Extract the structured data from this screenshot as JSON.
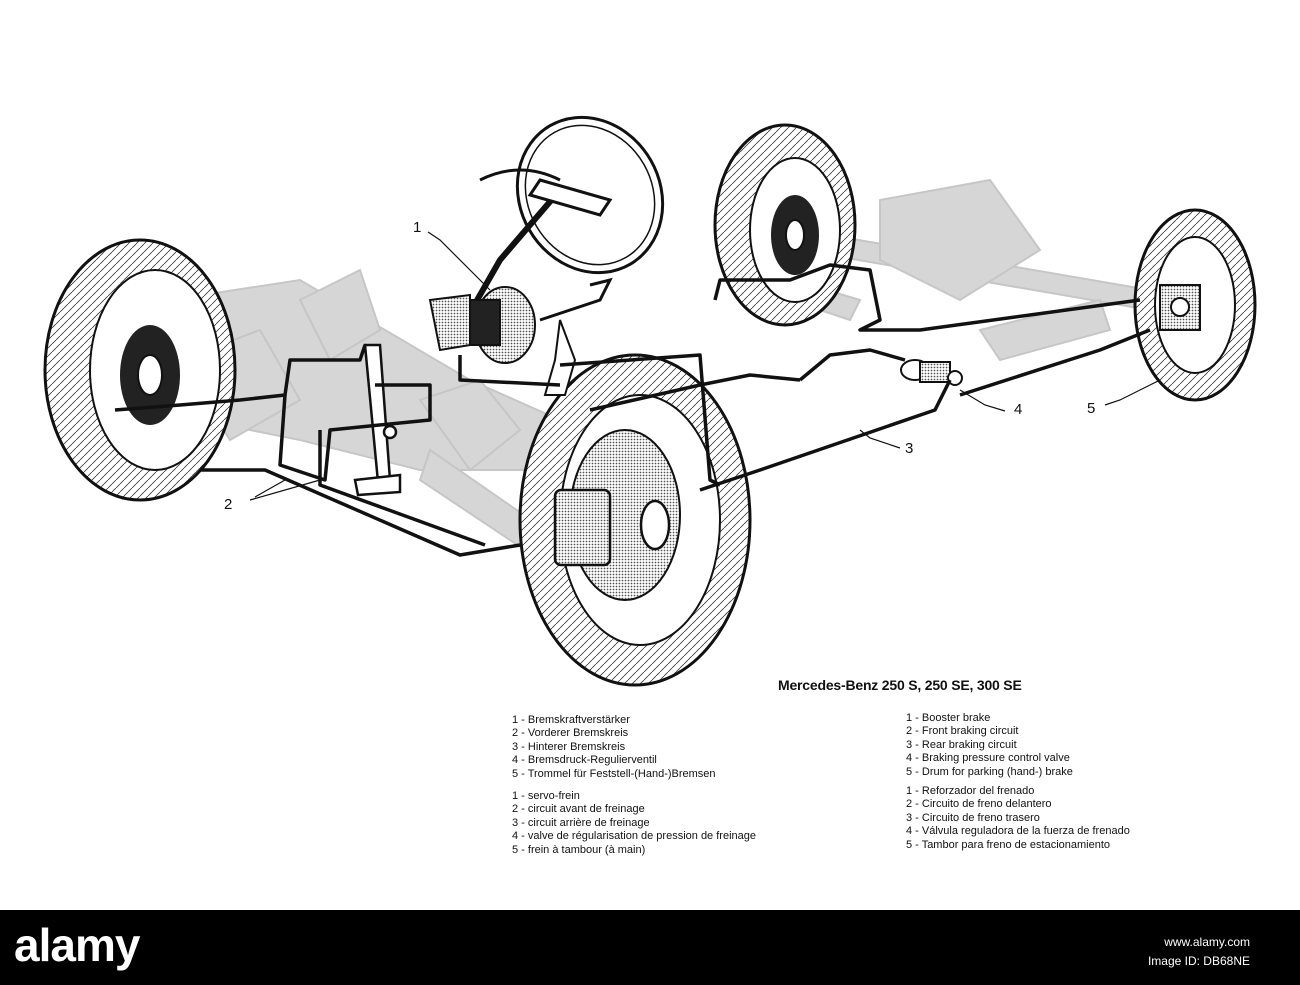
{
  "title": "Mercedes-Benz 250 S, 250 SE, 300 SE",
  "callouts": [
    "1",
    "2",
    "3",
    "4",
    "5"
  ],
  "legend": {
    "german": [
      "1 - Bremskraftverstärker",
      "2 - Vorderer Bremskreis",
      "3 - Hinterer Bremskreis",
      "4 - Bremsdruck-Regulierventil",
      "5 - Trommel für Feststell-(Hand-)Bremsen"
    ],
    "french": [
      "1 - servo-frein",
      "2 - circuit avant de freinage",
      "3 - circuit arrière de freinage",
      "4 - valve de régularisation de pression de freinage",
      "5 - frein à tambour (à main)"
    ],
    "english": [
      "1 - Booster brake",
      "2 - Front braking circuit",
      "3 - Rear braking circuit",
      "4 - Braking pressure control valve",
      "5 - Drum for parking (hand-) brake"
    ],
    "spanish": [
      "1 - Reforzador del frenado",
      "2 - Circuito de freno delantero",
      "3 - Circuito de freno trasero",
      "4 - Válvula reguladora de la fuerza de frenado",
      "5 - Tambor para freno de estacionamiento"
    ]
  },
  "footer": {
    "logo": "alamy",
    "site": "www.alamy.com",
    "image_id": "Image ID: DB68NE"
  }
}
